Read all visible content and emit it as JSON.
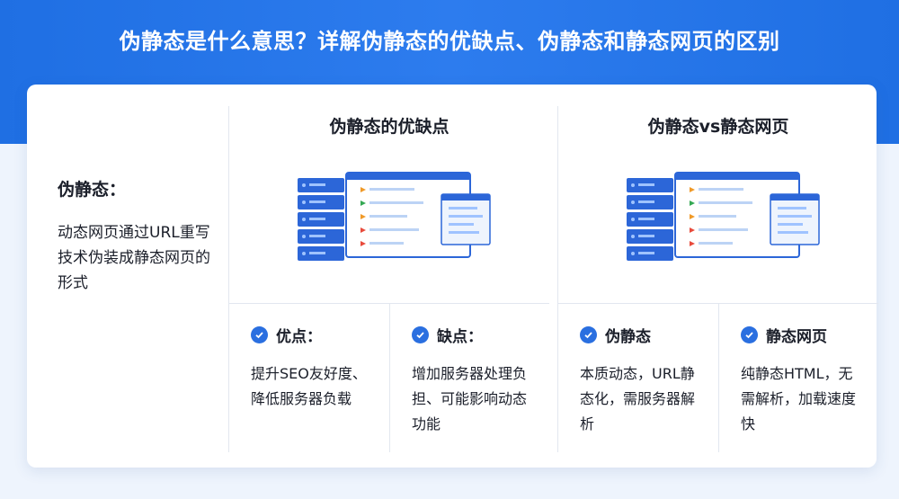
{
  "header": {
    "title": "伪静态是什么意思？详解伪静态的优缺点、伪静态和静态网页的区别"
  },
  "intro": {
    "heading": "伪静态：",
    "description": "动态网页通过URL重写技术伪装成静态网页的形式"
  },
  "panels": [
    {
      "title": "伪静态的优缺点",
      "items": [
        {
          "title": "优点：",
          "text": "提升SEO友好度、降低服务器负载"
        },
        {
          "title": "缺点：",
          "text": "增加服务器处理负担、可能影响动态功能"
        }
      ]
    },
    {
      "title": "伪静态vs静态网页",
      "items": [
        {
          "title": "伪静态",
          "text": "本质动态，URL静态化，需服务器解析"
        },
        {
          "title": "静态网页",
          "text": "纯静态HTML，无需解析，加载速度快"
        }
      ]
    }
  ],
  "icons": {
    "check": "check-circle-icon",
    "illustration": "server-browser-illustration"
  },
  "colors": {
    "banner": "#1f6fe3",
    "accent": "#2a6fe0",
    "server": "#2c66d8",
    "text": "#1b1f2a"
  }
}
